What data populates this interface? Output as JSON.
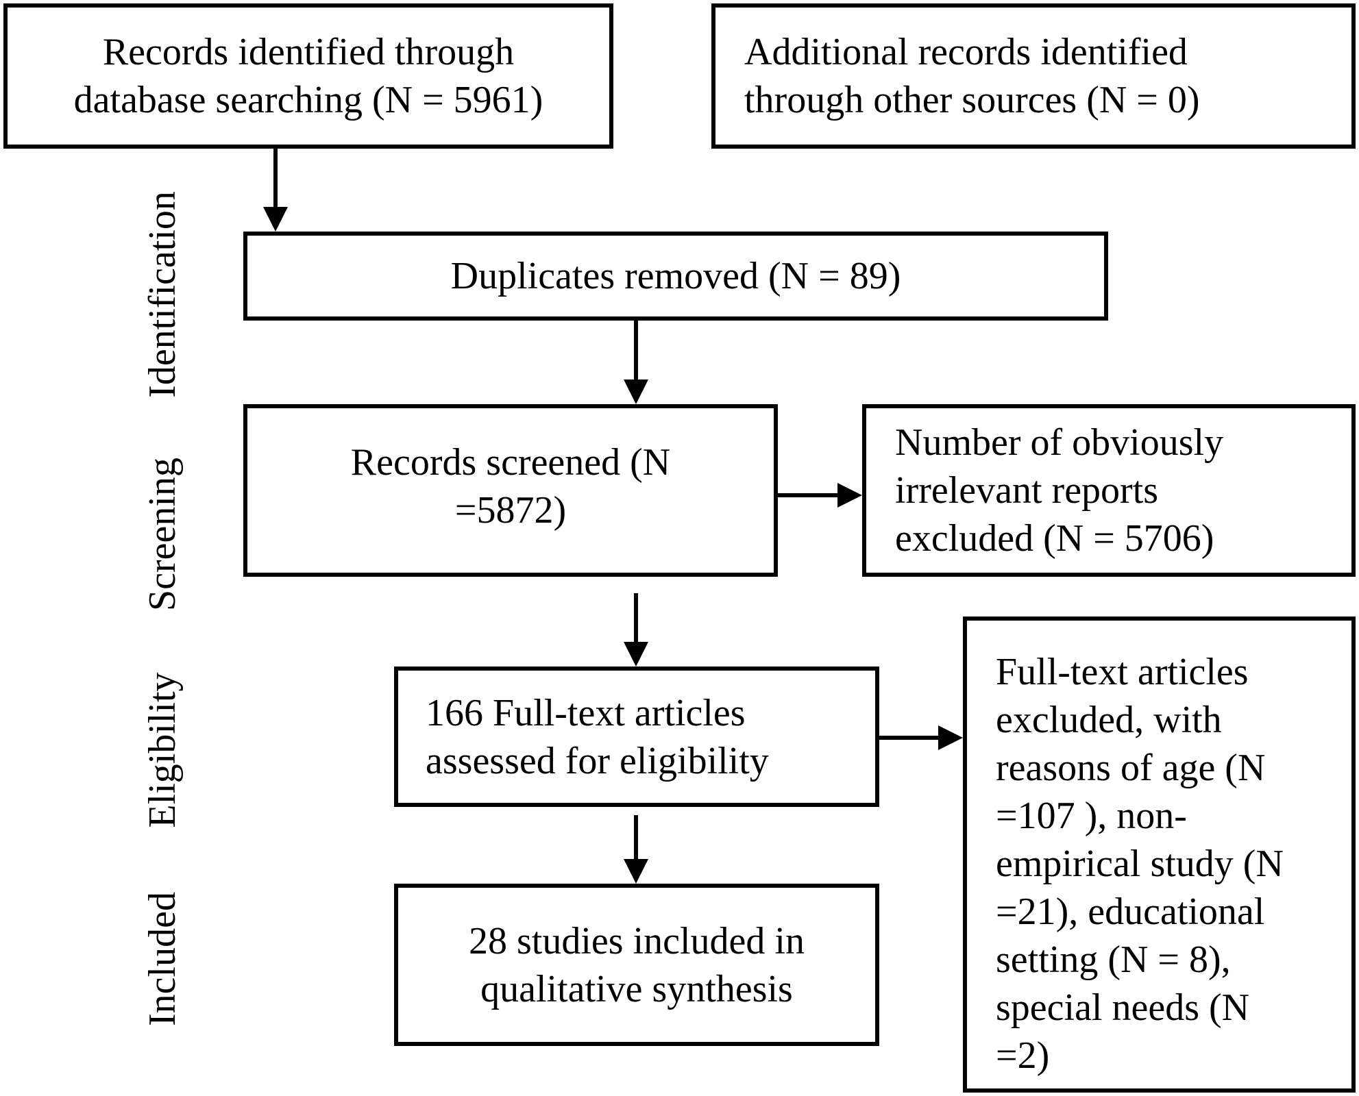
{
  "stages": {
    "identification": "Identification",
    "screening": "Screening",
    "eligibility": "Eligibility",
    "included": "Included"
  },
  "boxes": {
    "database_records": "Records identified through\ndatabase searching (N = 5961)",
    "other_records": "Additional records identified\nthrough other sources (N = 0)",
    "duplicates_removed": "Duplicates removed (N = 89)",
    "records_screened": "Records screened (N\n=5872)",
    "irrelevant_excluded": "Number of obviously\nirrelevant reports\nexcluded (N = 5706)",
    "fulltext_assessed": "166 Full-text articles\nassessed for eligibility",
    "fulltext_excluded": "Full-text articles\nexcluded, with\nreasons of age (N\n=107 ), non-\nempirical study (N\n=21), educational\nsetting (N = 8),\nspecial needs (N\n=2)",
    "studies_included": "28 studies included in\nqualitative synthesis"
  },
  "colors": {
    "line": "#000000",
    "background": "#ffffff"
  }
}
